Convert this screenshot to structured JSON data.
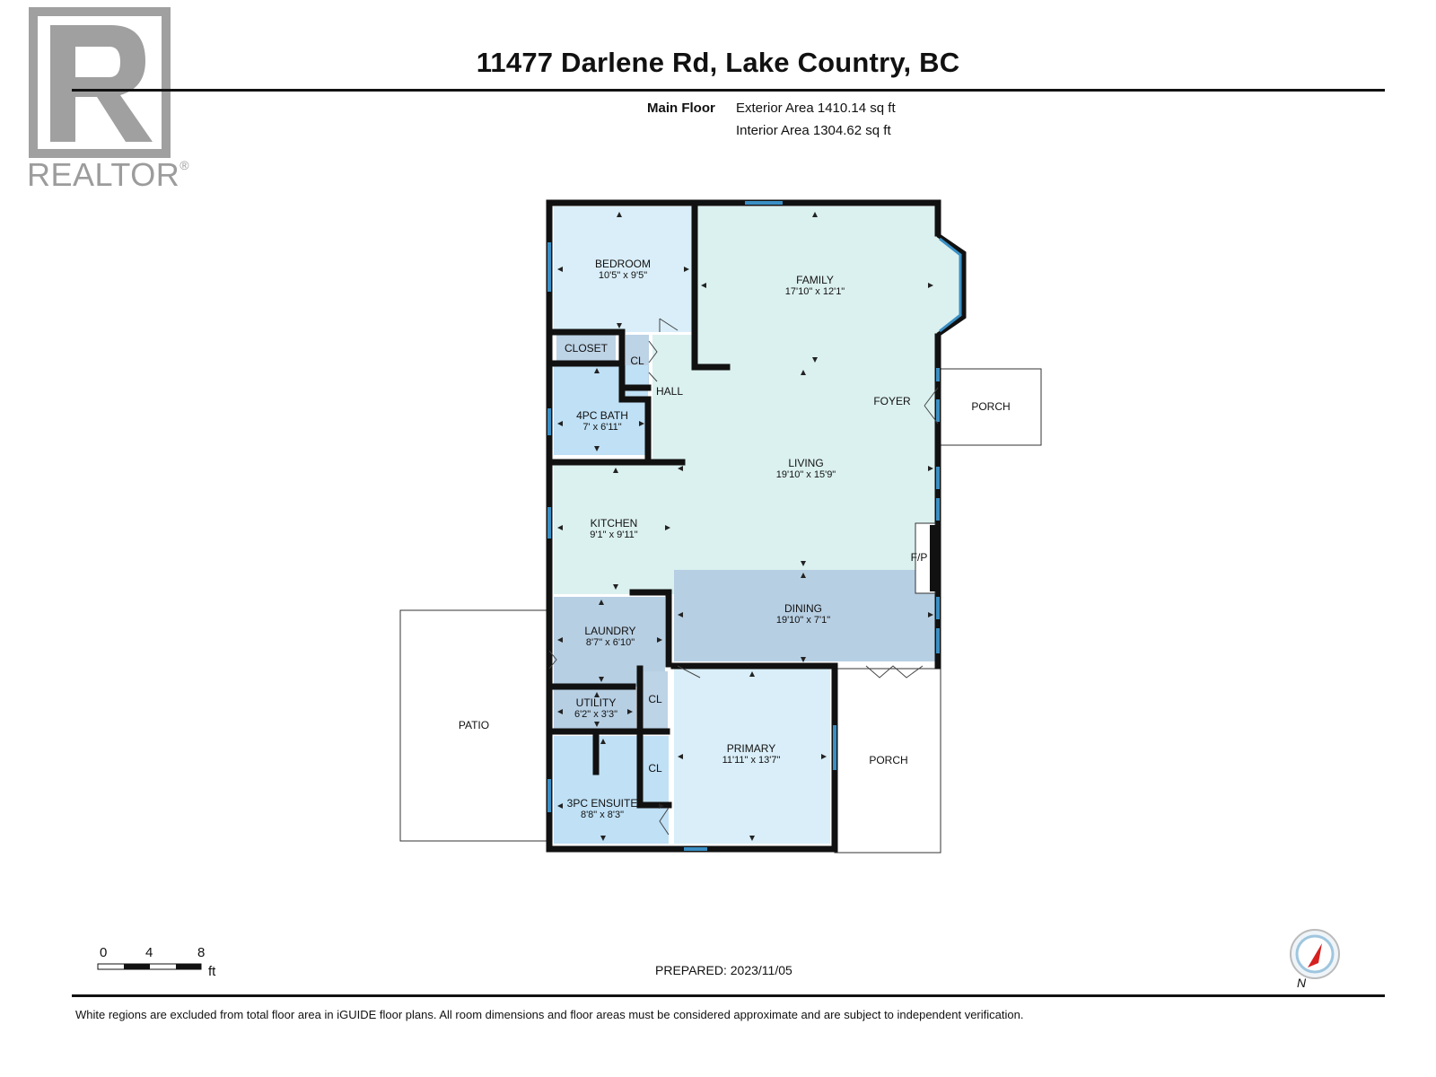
{
  "header": {
    "title": "11477 Darlene Rd, Lake Country, BC",
    "floor_label": "Main Floor",
    "exterior_area": "Exterior Area 1410.14 sq ft",
    "interior_area": "Interior Area 1304.62 sq ft"
  },
  "logo": {
    "text": "REALTOR",
    "mark": "®",
    "icon": "realtor-r-logo-icon"
  },
  "rooms": {
    "bedroom": {
      "name": "BEDROOM",
      "dim": "10'5\" x 9'5\""
    },
    "family": {
      "name": "FAMILY",
      "dim": "17'10\" x 12'1\""
    },
    "closet": {
      "name": "CLOSET"
    },
    "cl_hall": {
      "name": "CL"
    },
    "hall": {
      "name": "HALL"
    },
    "foyer": {
      "name": "FOYER"
    },
    "porch_east": {
      "name": "PORCH"
    },
    "bath": {
      "name": "4PC BATH",
      "dim": "7' x 6'11\""
    },
    "living": {
      "name": "LIVING",
      "dim": "19'10\" x 15'9\""
    },
    "kitchen": {
      "name": "KITCHEN",
      "dim": "9'1\" x 9'11\""
    },
    "fireplace": {
      "name": "F/P"
    },
    "laundry": {
      "name": "LAUNDRY",
      "dim": "8'7\" x 6'10\""
    },
    "dining": {
      "name": "DINING",
      "dim": "19'10\" x 7'1\""
    },
    "patio": {
      "name": "PATIO"
    },
    "utility": {
      "name": "UTILITY",
      "dim": "6'2\" x 3'3\""
    },
    "cl_utility": {
      "name": "CL"
    },
    "primary": {
      "name": "PRIMARY",
      "dim": "11'11\" x 13'7\""
    },
    "porch_south": {
      "name": "PORCH"
    },
    "cl_ensuite": {
      "name": "CL"
    },
    "ensuite": {
      "name": "3PC ENSUITE",
      "dim": "8'8\" x 8'3\""
    }
  },
  "scale": {
    "ticks": [
      "0",
      "4",
      "8"
    ],
    "unit": "ft"
  },
  "prepared": "PREPARED: 2023/11/05",
  "compass": {
    "label": "N",
    "icon": "north-compass-icon"
  },
  "footer": "White regions are excluded from total floor area in iGUIDE floor plans. All room dimensions and floor areas must be considered approximate and are subject to independent verification.",
  "colors": {
    "wall": "#111111",
    "window": "#3a8fc4",
    "light_blue": "#d9eef8",
    "aqua": "#dbf1ef",
    "mid_blue": "#b7cfe3",
    "bath_blue": "#bfe0f5",
    "closet_blue": "#bdd3e6",
    "logo_grey": "#9c9c9c",
    "compass_red": "#d62020"
  }
}
